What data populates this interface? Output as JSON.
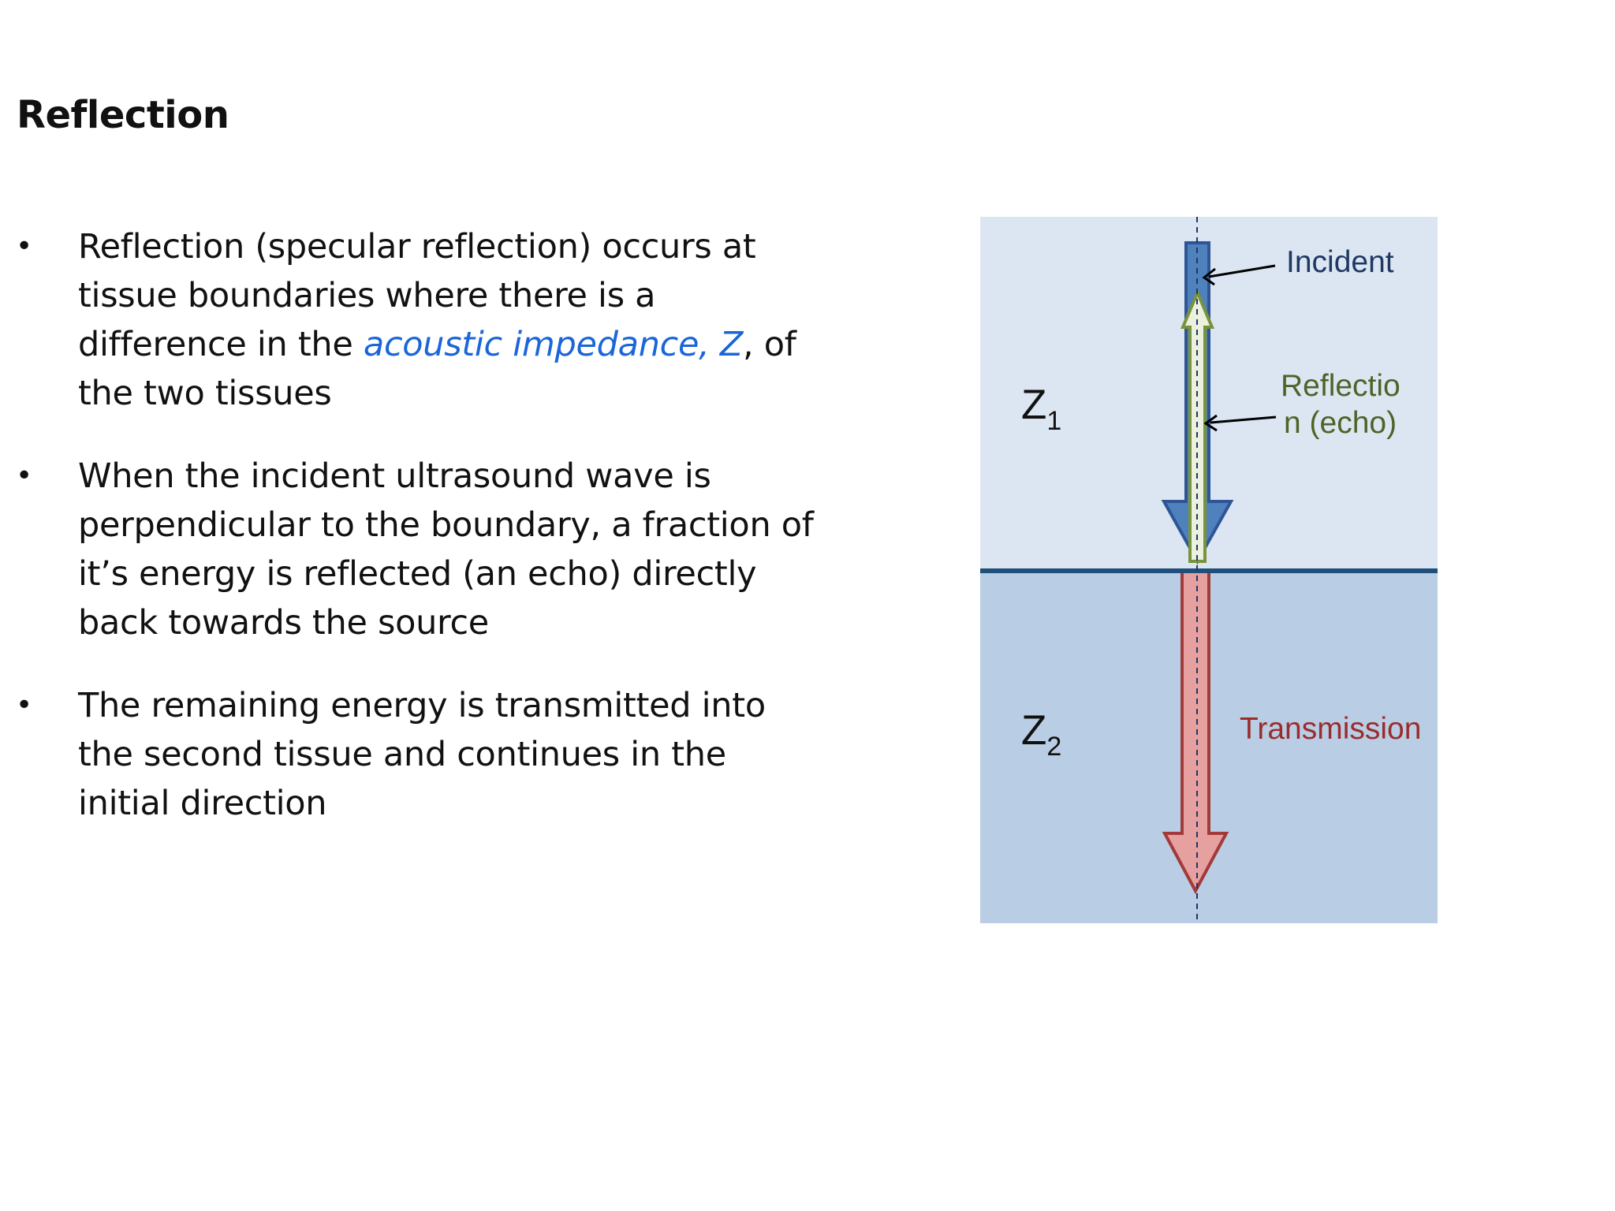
{
  "slide": {
    "title": "Reflection",
    "bullets": [
      {
        "before": "Reflection (specular reflection) occurs at tissue boundaries where there is a difference in the ",
        "term": "acoustic impedance, Z",
        "after": ", of the two tissues"
      },
      {
        "before": "When the incident ultrasound wave is perpendicular to the boundary, a fraction of it’s energy is reflected (an echo) directly back towards the source",
        "term": "",
        "after": ""
      },
      {
        "before": "The remaining energy is transmitted into the second tissue and continues in the initial direction",
        "term": "",
        "after": ""
      }
    ],
    "bullet_symbol": "•"
  },
  "diagram": {
    "upper_medium": {
      "symbol": "Z",
      "subscript": "1"
    },
    "lower_medium": {
      "symbol": "Z",
      "subscript": "2"
    },
    "incident_label": "Incident",
    "reflection_label_line1": "Reflectio",
    "reflection_label_line2": "n (echo)",
    "transmission_label": "Transmission",
    "colors": {
      "upper_bg": "#dce6f2",
      "lower_bg": "#b9cde5",
      "boundary": "#1f4e79",
      "incident_fill": "#4f81bd",
      "incident_stroke": "#2f5597",
      "reflection_fill": "#ebf1de",
      "reflection_stroke": "#77933c",
      "transmission_fill": "#e6a0a0",
      "transmission_stroke": "#a33a3a",
      "incident_text": "#1f3864",
      "reflection_text": "#4f6228",
      "transmission_text": "#9b2c2c",
      "accent_term": "#1a66d9"
    }
  }
}
